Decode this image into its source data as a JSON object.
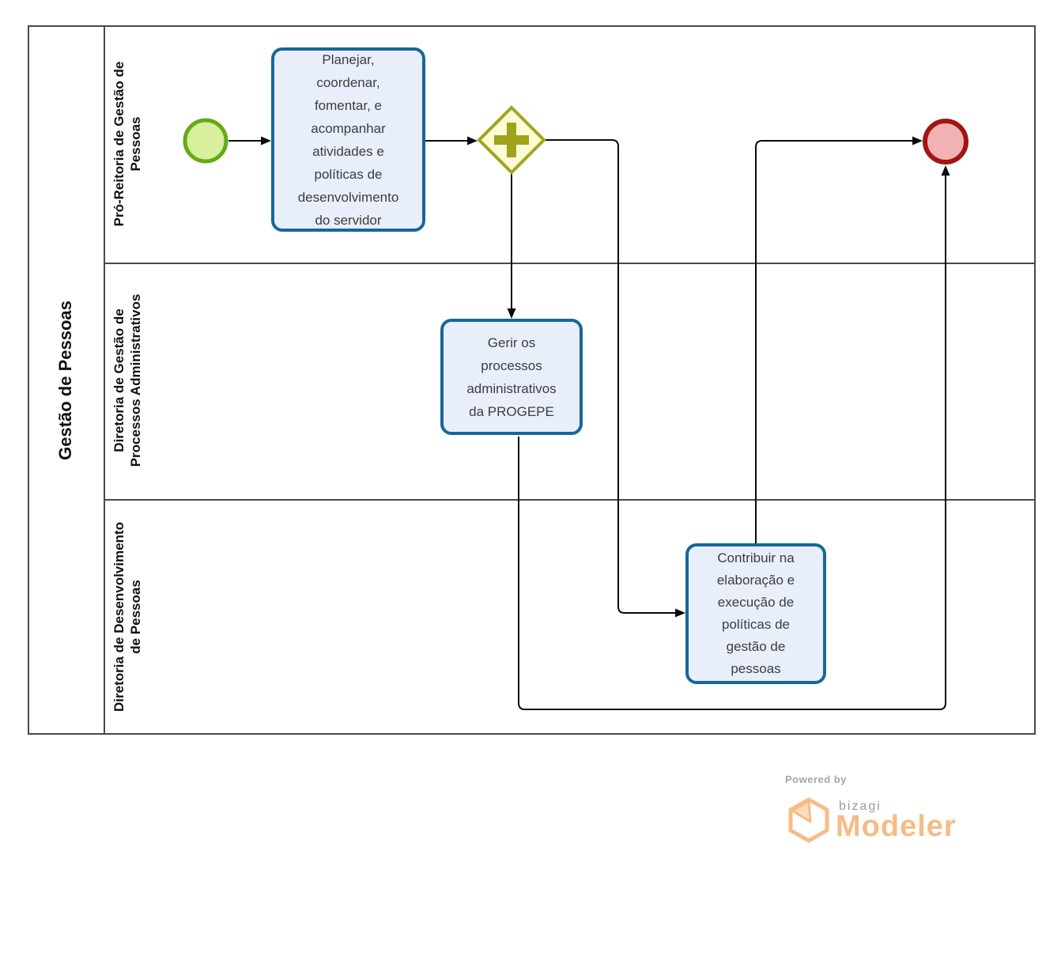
{
  "pool": {
    "label": "Gestão de Pessoas"
  },
  "lanes": [
    {
      "label": "Pró-Reitoria de Gestão de\nPessoas"
    },
    {
      "label": "Diretoria de Gestão de\nProcessos Administrativos"
    },
    {
      "label": "Diretoria de Desenvolvimento\nde Pessoas"
    }
  ],
  "nodes": {
    "start_event": {
      "type": "start-event"
    },
    "task1": {
      "label": "Planejar,\ncoordenar,\nfomentar, e\nacompanhar\natividades e\npolíticas de\ndesenvolvimento\ndo servidor"
    },
    "gateway": {
      "type": "parallel-gateway"
    },
    "task2": {
      "label": "Gerir os\nprocessos\nadministrativos\nda PROGEPE"
    },
    "task3": {
      "label": "Contribuir na\nelaboração e\nexecução de\npolíticas de\ngestão de\npessoas"
    },
    "end_event": {
      "type": "end-event"
    }
  },
  "edges": [
    "start-event -> task1",
    "task1 -> parallel-gateway",
    "parallel-gateway -> task2",
    "parallel-gateway -> task3",
    "task3 -> end-event",
    "task2 -> end-event"
  ],
  "colors": {
    "task_fill": "#e9eefb",
    "task_border": "#16679a",
    "start_fill": "#d8ef9d",
    "start_border": "#66aa18",
    "end_fill": "#f0b2b2",
    "end_border": "#a31414",
    "gateway_fill": "#fcfcd4",
    "gateway_border": "#a4a41f",
    "pool_border": "#4a4a4a",
    "flow": "#0a0a0a",
    "brand_orange": "#f6bc85",
    "brand_gray": "#9a9a9a"
  },
  "branding": {
    "powered_by": "Powered by",
    "brand": "bizagi",
    "product": "Modeler"
  }
}
